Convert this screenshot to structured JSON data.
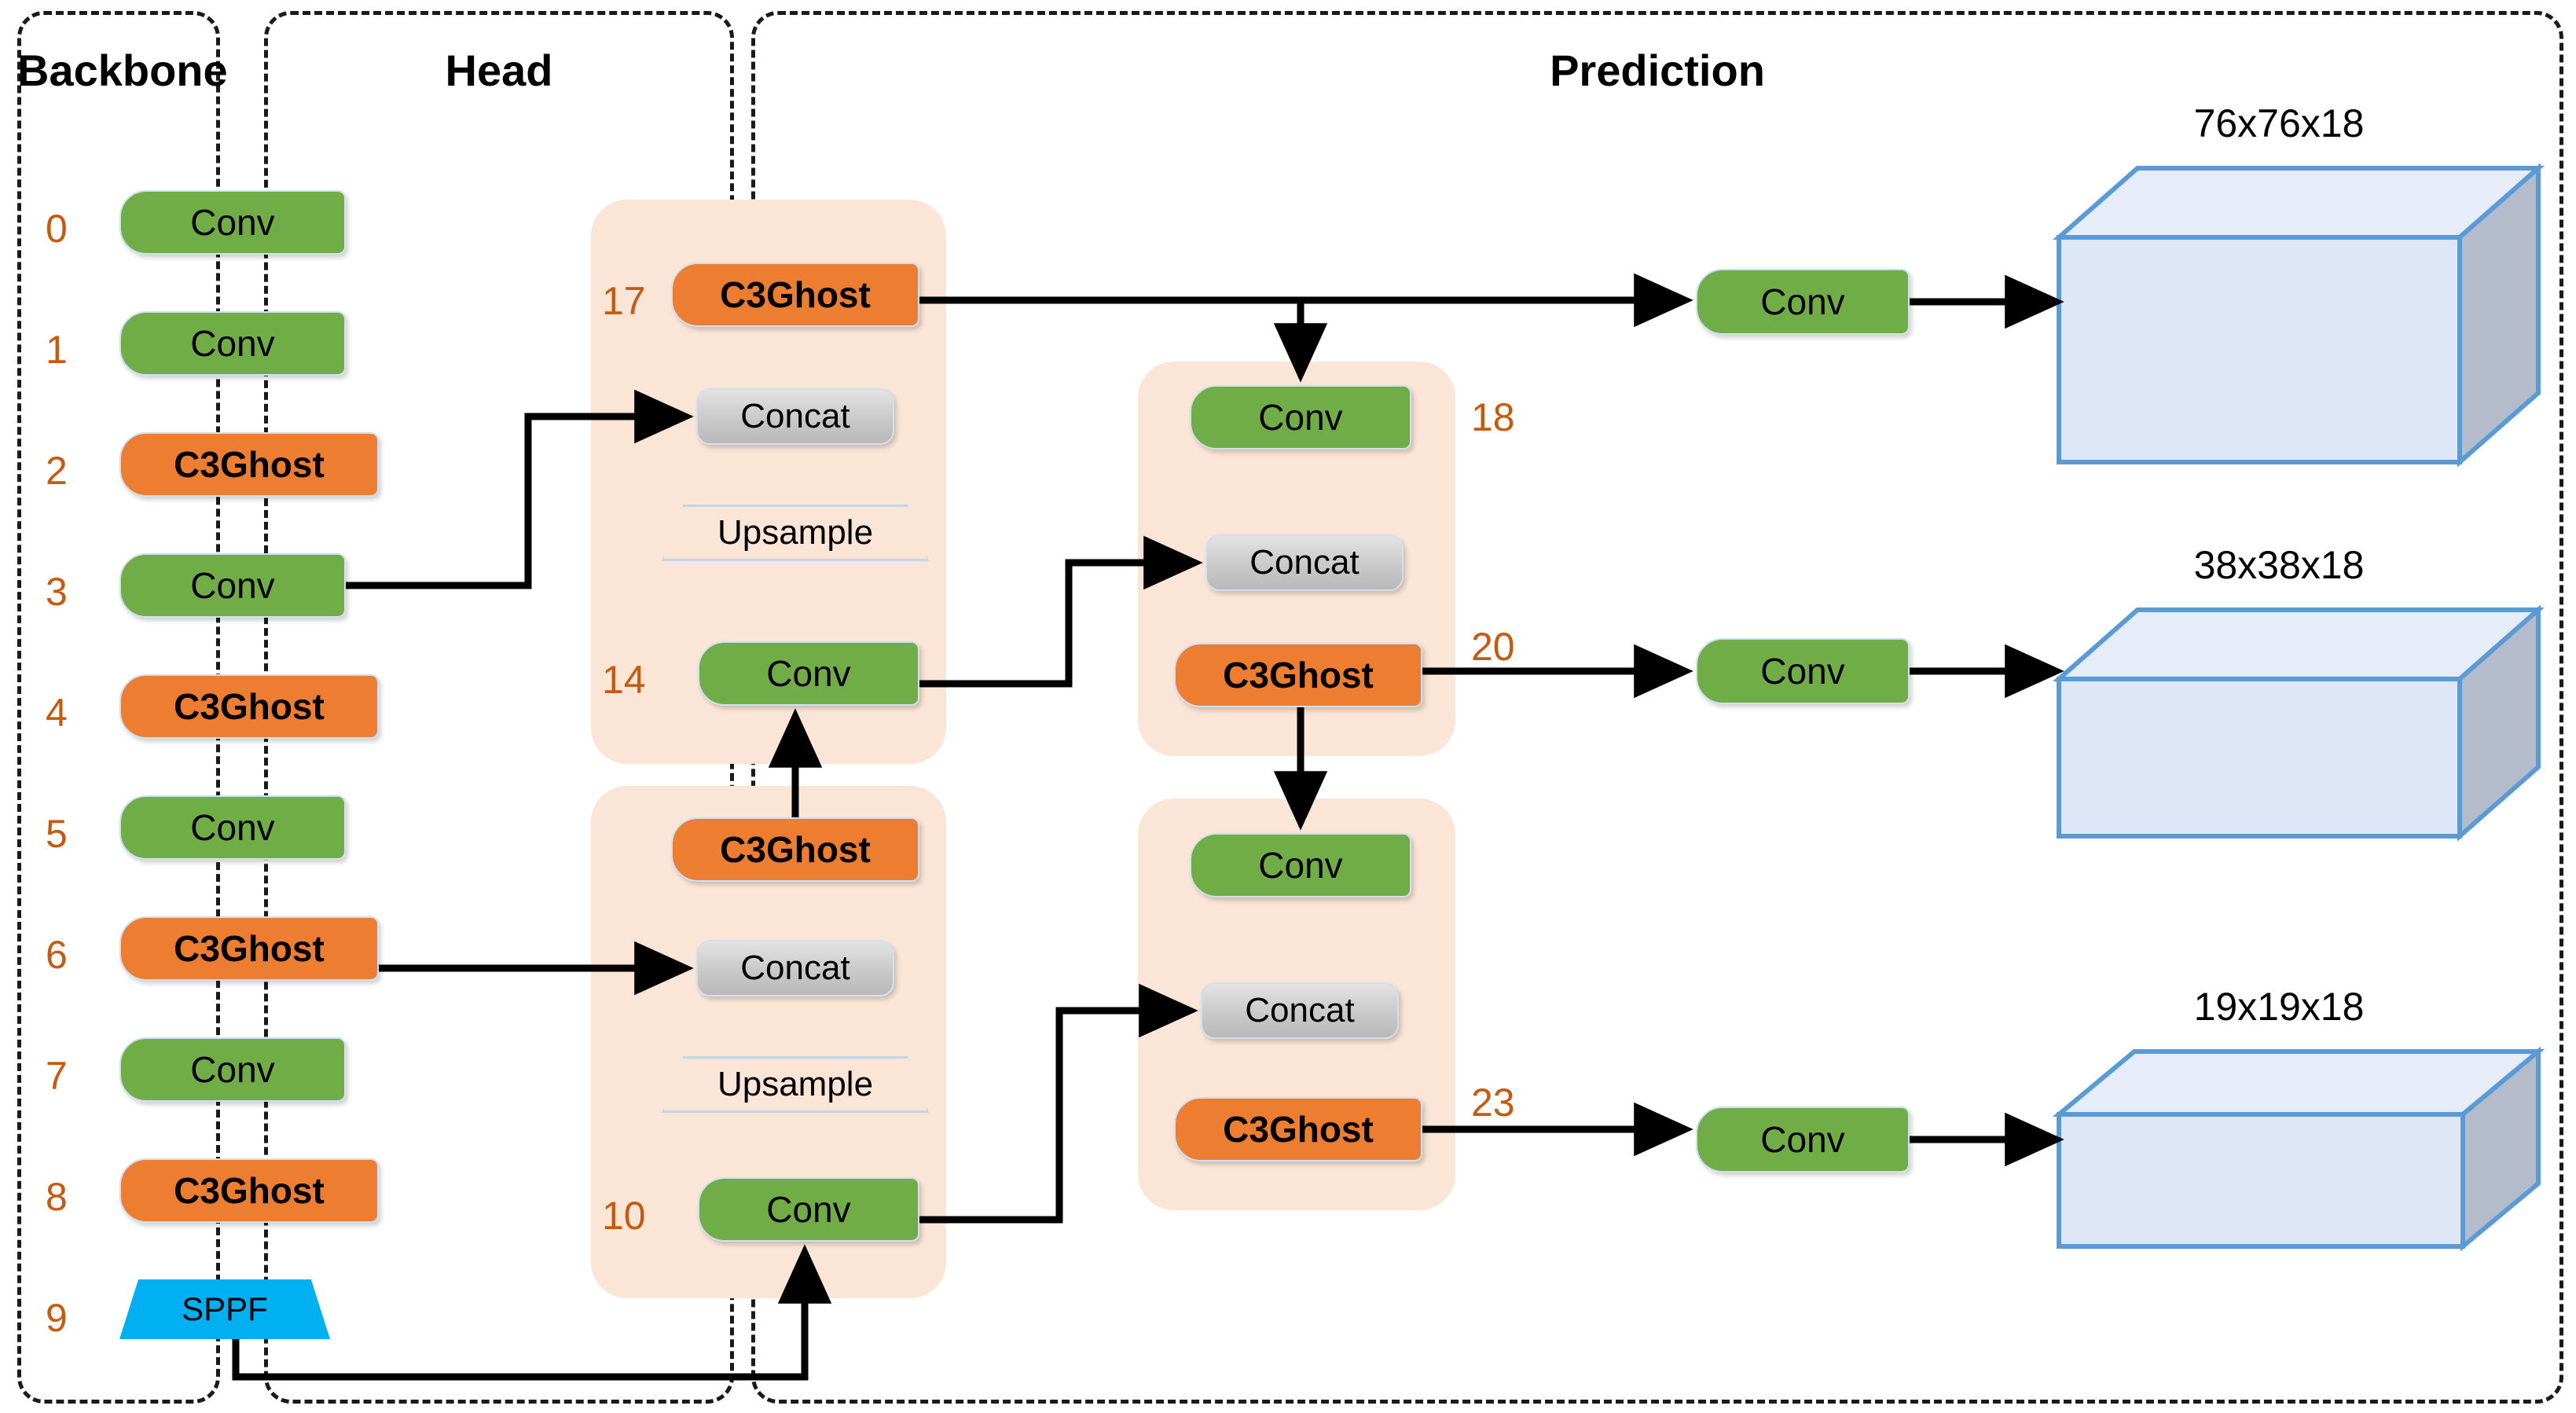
{
  "sections": [
    {
      "id": "backbone",
      "title": "Backbone"
    },
    {
      "id": "head",
      "title": "Head"
    },
    {
      "id": "prediction",
      "title": "Prediction"
    }
  ],
  "backbone": {
    "title": "Backbone",
    "layers": [
      {
        "index": "0",
        "label": "Conv",
        "kind": "conv"
      },
      {
        "index": "1",
        "label": "Conv",
        "kind": "conv"
      },
      {
        "index": "2",
        "label": "C3Ghost",
        "kind": "c3ghost"
      },
      {
        "index": "3",
        "label": "Conv",
        "kind": "conv"
      },
      {
        "index": "4",
        "label": "C3Ghost",
        "kind": "c3ghost"
      },
      {
        "index": "5",
        "label": "Conv",
        "kind": "conv"
      },
      {
        "index": "6",
        "label": "C3Ghost",
        "kind": "c3ghost"
      },
      {
        "index": "7",
        "label": "Conv",
        "kind": "conv"
      },
      {
        "index": "8",
        "label": "C3Ghost",
        "kind": "c3ghost"
      },
      {
        "index": "9",
        "label": "SPPF",
        "kind": "sppf"
      }
    ]
  },
  "head": {
    "title": "Head",
    "group_top": {
      "nodes": [
        {
          "label": "C3Ghost",
          "kind": "c3ghost",
          "index": "17"
        },
        {
          "label": "Concat",
          "kind": "concat",
          "index": ""
        },
        {
          "label": "Upsample",
          "kind": "upsample",
          "index": ""
        },
        {
          "label": "Conv",
          "kind": "conv",
          "index": "14"
        }
      ]
    },
    "group_bottom": {
      "nodes": [
        {
          "label": "C3Ghost",
          "kind": "c3ghost",
          "index": ""
        },
        {
          "label": "Concat",
          "kind": "concat",
          "index": ""
        },
        {
          "label": "Upsample",
          "kind": "upsample",
          "index": ""
        },
        {
          "label": "Conv",
          "kind": "conv",
          "index": "10"
        }
      ]
    },
    "group_mid_upper": {
      "nodes": [
        {
          "label": "Conv",
          "kind": "conv",
          "index": "18"
        },
        {
          "label": "Concat",
          "kind": "concat",
          "index": ""
        },
        {
          "label": "C3Ghost",
          "kind": "c3ghost",
          "index": "20"
        }
      ]
    },
    "group_mid_lower": {
      "nodes": [
        {
          "label": "Conv",
          "kind": "conv",
          "index": ""
        },
        {
          "label": "Concat",
          "kind": "concat",
          "index": ""
        },
        {
          "label": "C3Ghost",
          "kind": "c3ghost",
          "index": "23"
        }
      ]
    }
  },
  "prediction": {
    "title": "Prediction",
    "branches": [
      {
        "conv_label": "Conv",
        "dim": "76x76x18"
      },
      {
        "conv_label": "Conv",
        "dim": "38x38x18"
      },
      {
        "conv_label": "Conv",
        "dim": "19x19x18"
      }
    ]
  },
  "colors": {
    "conv_green": "#70AD47",
    "c3ghost_orange": "#ED7D31",
    "sppf_blue": "#00B0F0",
    "concat_gray": "#C9C9C9",
    "group_peach": "#FBE5D6",
    "index_orange": "#C55A11",
    "cuboid_face": "#DEE7F7",
    "cuboid_top": "#E6ECF8",
    "cuboid_side": "#B4BCCC",
    "cuboid_stroke": "#5B9BD5",
    "outline_blue": "#BDD7EE",
    "frame_black": "#1A1A1A"
  }
}
